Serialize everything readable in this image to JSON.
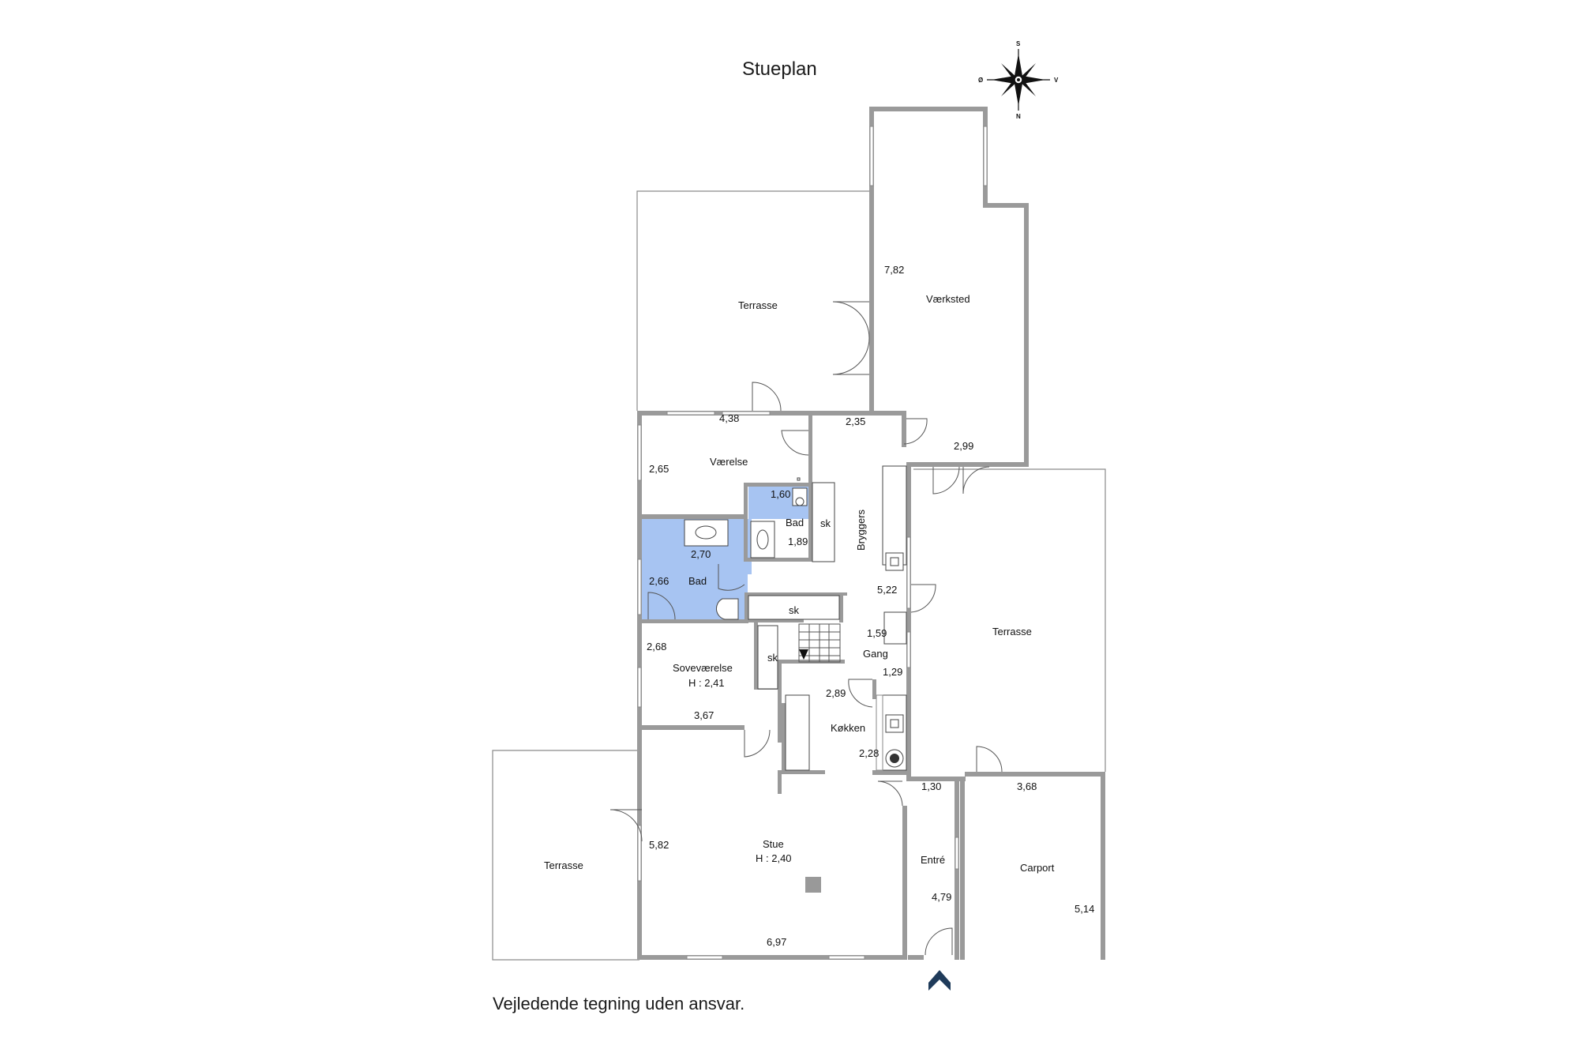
{
  "title": "Stueplan",
  "disclaimer": "Vejledende tegning uden ansvar.",
  "compass": {
    "north": "N",
    "south": "S",
    "east": "Ø",
    "west": "V"
  },
  "rooms": {
    "terrasse_top": "Terrasse",
    "vaerksted": "Værksted",
    "vaerelse": "Værelse",
    "bad_small": "Bad",
    "bad_large": "Bad",
    "sk_bad": "sk",
    "sk_hall": "sk",
    "sk_bedroom": "sk",
    "bryggers": "Bryggers",
    "gang": "Gang",
    "sovevaerelse": "Soveværelse",
    "sovevaerelse_height": "H : 2,41",
    "koekken": "Køkken",
    "terrasse_right": "Terrasse",
    "terrasse_left": "Terrasse",
    "stue": "Stue",
    "stue_height": "H : 2,40",
    "entre": "Entré",
    "carport": "Carport"
  },
  "dimensions": {
    "d_782": "7,82",
    "d_438": "4,38",
    "d_235": "2,35",
    "d_299": "2,99",
    "d_265": "2,65",
    "d_160": "1,60",
    "d_189": "1,89",
    "d_270": "2,70",
    "d_266": "2,66",
    "d_522": "5,22",
    "d_159": "1,59",
    "d_268": "2,68",
    "d_129": "1,29",
    "d_289": "2,89",
    "d_367": "3,67",
    "d_228": "2,28",
    "d_130": "1,30",
    "d_368": "3,68",
    "d_582": "5,82",
    "d_479": "4,79",
    "d_514": "5,14",
    "d_697": "6,97"
  },
  "colors": {
    "wall": "#9a9a9a",
    "bathroom": "#a7c4f2",
    "entrance_marker": "#1f3b5a"
  }
}
